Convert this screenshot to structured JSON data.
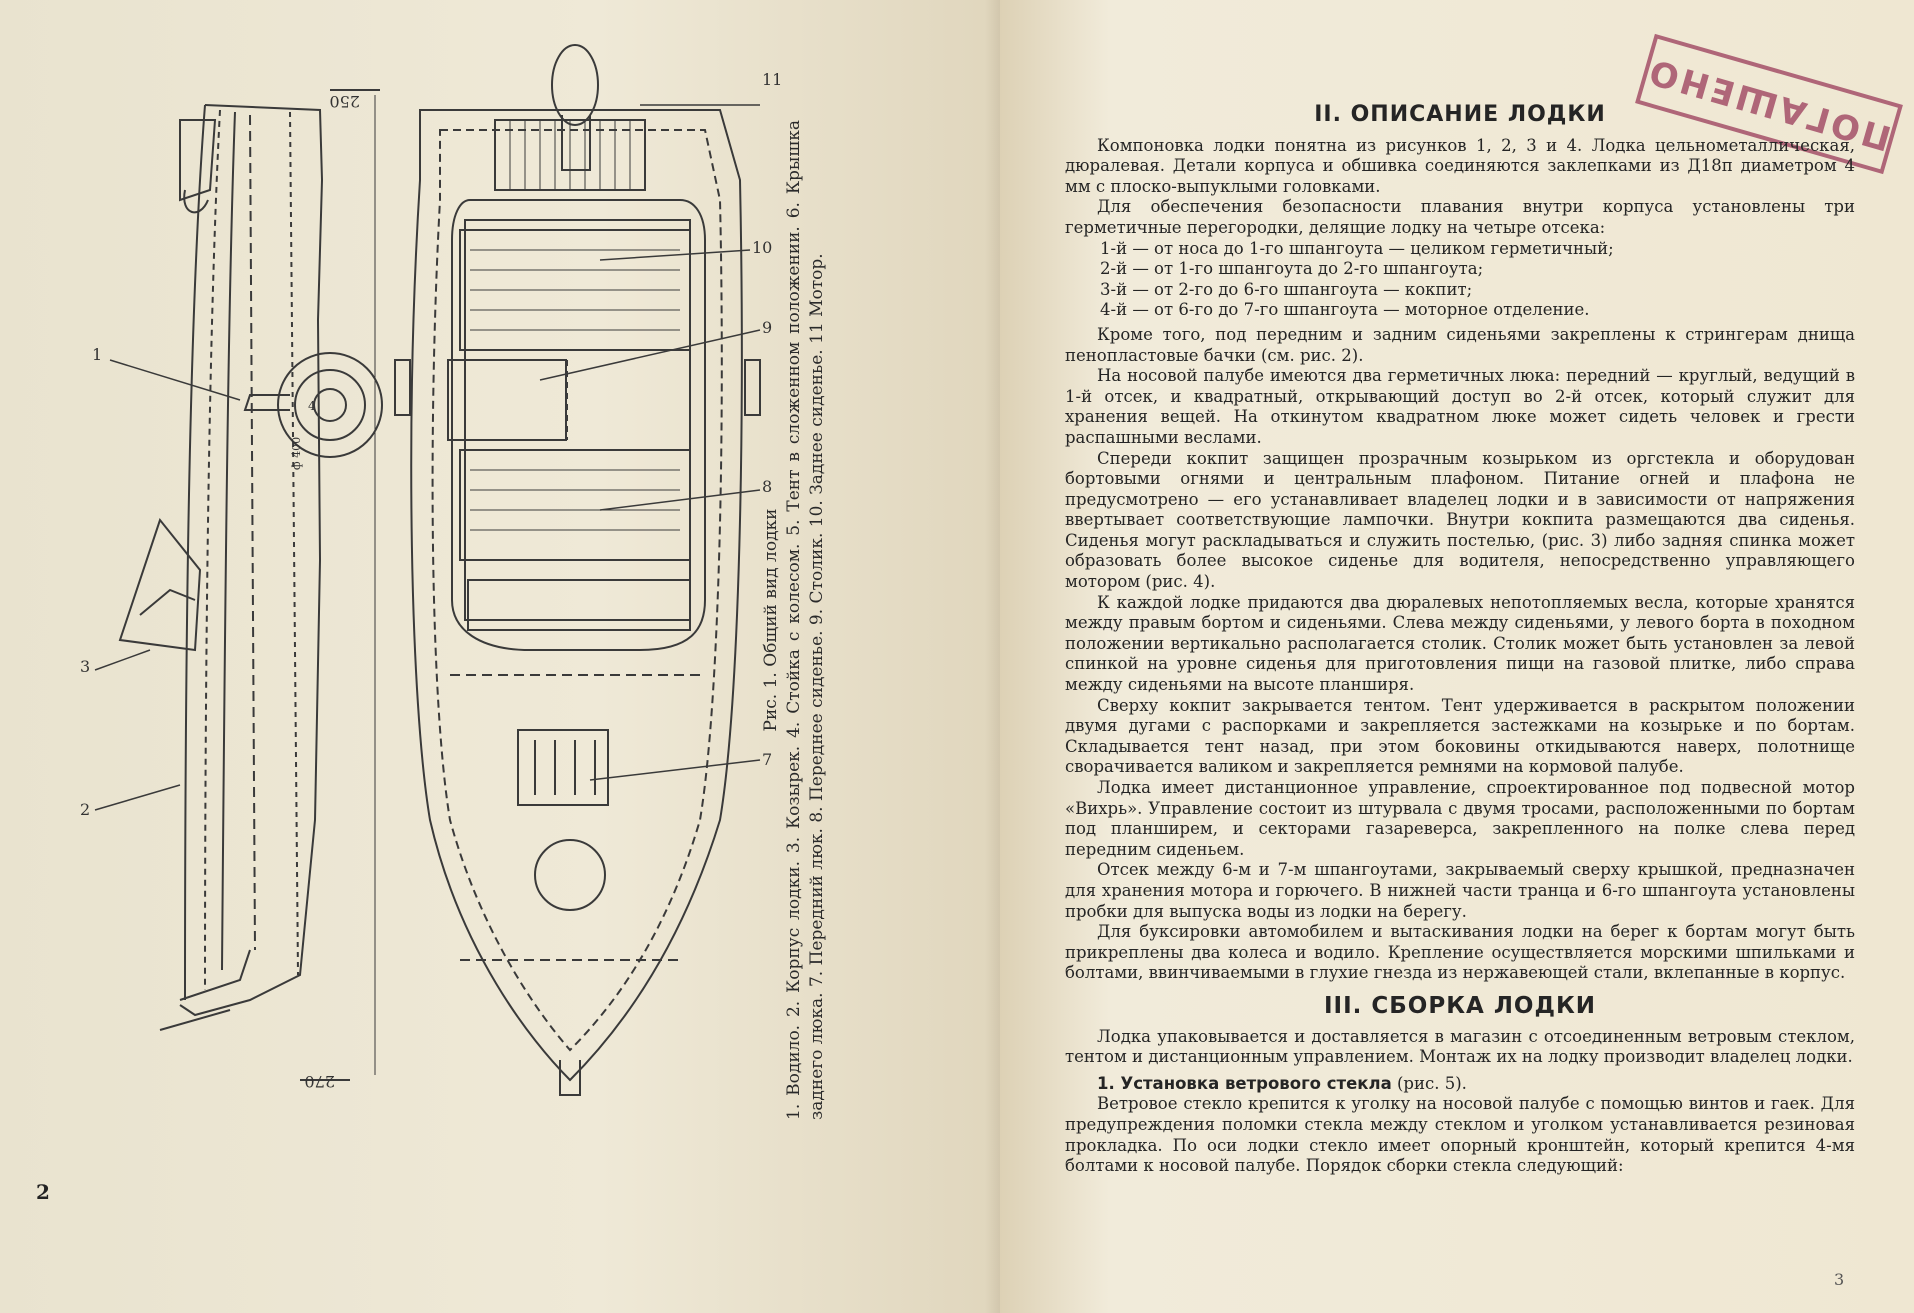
{
  "left_page": {
    "caption_title": "Рис. 1. Общий вид лодки",
    "caption_body": "1. Водило. 2. Корпус лодки. 3. Козырек. 4. Стойка с колесом. 5. Тент в сложенном положении. 6. Крышка заднего люка. 7. Передний люк. 8. Переднее сиденье. 9. Столик. 10. Заднее сиденье. 11 Мотор.",
    "page_number": "2",
    "dimensions": {
      "top": "250",
      "bottom": "270",
      "wheel": "ф 400"
    },
    "callouts": [
      "1",
      "2",
      "3",
      "4",
      "7",
      "8",
      "9",
      "10",
      "11"
    ]
  },
  "right_page": {
    "stamp_text": "ПОГАШЕНО",
    "section2_title": "II. ОПИСАНИЕ ЛОДКИ",
    "section2_paragraphs": [
      "Компоновка лодки понятна из рисунков 1, 2, 3 и 4. Лодка цельнометаллическая, дюралевая. Детали корпуса и обшивка соединяются заклепками из Д18п диаметром 4 мм с плоско-выпуклыми головками.",
      "Для обеспечения безопасности плавания внутри корпуса установлены три герметичные перегородки, делящие лодку на четыре отсека:"
    ],
    "compartments": [
      "1-й — от носа до 1-го шпангоута — целиком герметичный;",
      "2-й — от 1-го шпангоута до 2-го шпангоута;",
      "3-й — от 2-го до 6-го шпангоута — кокпит;",
      "4-й — от 6-го до 7-го шпангоута — моторное отделение."
    ],
    "section2_paragraphs_after": [
      "Кроме того, под передним и задним сиденьями закреплены к стрингерам днища пенопластовые бачки (см. рис. 2).",
      "На носовой палубе имеются два герметичных люка: передний — круглый, ведущий в 1-й отсек, и квадратный, открывающий доступ во 2-й отсек, который служит для хранения вещей. На откинутом квадратном люке может сидеть человек и грести распашными веслами.",
      "Спереди кокпит защищен прозрачным козырьком из оргстекла и оборудован бортовыми огнями и центральным плафоном. Питание огней и плафона не предусмотрено — его устанавливает владелец лодки и в зависимости от напряжения ввертывает соответствующие лампочки. Внутри кокпита размещаются два сиденья. Сиденья могут раскладываться и служить постелью, (рис. 3) либо задняя спинка может образовать более высокое сиденье для водителя, непосредственно управляющего мотором (рис. 4).",
      "К каждой лодке придаются два дюралевых непотопляемых весла, которые хранятся между правым бортом и сиденьями. Слева между сиденьями, у левого борта в походном положении вертикально располагается столик. Столик может быть установлен за левой спинкой на уровне сиденья для приготовления пищи на газовой плитке, либо справа между сиденьями на высоте планширя.",
      "Сверху кокпит закрывается тентом. Тент удерживается в раскрытом положении двумя дугами с распорками и закрепляется застежками на козырьке и по бортам. Складывается тент назад, при этом боковины откидываются наверх, полотнище сворачивается валиком и закрепляется ремнями на кормовой палубе.",
      "Лодка имеет дистанционное управление, спроектированное под подвесной мотор «Вихрь». Управление состоит из штурвала с двумя тросами, расположенными по бортам под планширем, и секторами газареверса, закрепленного на полке слева перед передним сиденьем.",
      "Отсек между 6-м и 7-м шпангоутами, закрываемый сверху крышкой, предназначен для хранения мотора и горючего. В нижней части транца и 6-го шпангоута установлены пробки для выпуска воды из лодки на берегу.",
      "Для буксировки автомобилем и вытаскивания лодки на берег к бортам могут быть прикреплены два колеса и водило. Крепление осуществляется морскими шпильками и болтами, ввинчиваемыми в глухие гнезда из нержавеющей стали, вклепанные в корпус."
    ],
    "section3_title": "III. СБОРКА ЛОДКИ",
    "section3_paragraph": "Лодка упаковывается и доставляется в магазин с отсоединенным ветровым стеклом, тентом и дистанционным управлением. Монтаж их на лодку производит владелец лодки.",
    "subsection_title": "1. Установка ветрового стекла",
    "subsection_ref": " (рис. 5).",
    "subsection_paragraph": "Ветровое стекло крепится к уголку на носовой палубе с помощью винтов и гаек. Для предупреждения поломки стекла между стеклом и уголком устанавливается резиновая прокладка. По оси лодки стекло имеет опорный кронштейн, который крепится 4-мя болтами к носовой палубе. Порядок сборки стекла следующий:",
    "page_number": "3"
  }
}
